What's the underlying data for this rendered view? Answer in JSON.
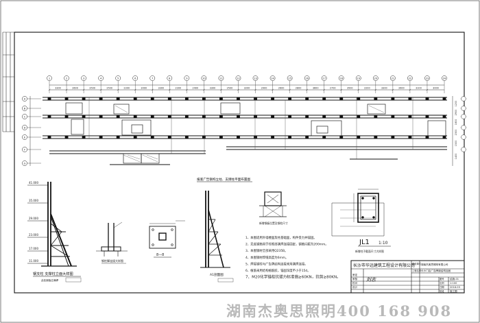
{
  "watermark": "湖南杰奥思照明400 168 908",
  "plan": {
    "axis_numbers": [
      "1",
      "2",
      "3",
      "4",
      "5",
      "6",
      "7",
      "8",
      "9",
      "10",
      "11",
      "12",
      "13",
      "14",
      "15",
      "16",
      "17",
      "18",
      "19",
      "20",
      "21",
      "22",
      "23",
      "24"
    ],
    "axis_letters_left": [
      "A",
      "B",
      "C",
      "D",
      "E",
      "F",
      "G"
    ],
    "top_dims": [
      "3300",
      "2600",
      "3500",
      "2500",
      "2300",
      "3000",
      "3300",
      "2300",
      "2400",
      "3300",
      "2500",
      "3200",
      "2900",
      "2600",
      "2800",
      "3600",
      "2700",
      "3500",
      "2200",
      "3300",
      "2600",
      "3100",
      "3000"
    ],
    "right_dims": [
      "1200",
      "2900",
      "1800",
      "2300",
      "1500",
      "1400"
    ]
  },
  "details": {
    "front_view_title": "钢支柱  支撑柱立面大样图",
    "front_view_elevations": [
      "41.000",
      "35.000",
      "29.000",
      "23.000",
      "17.000",
      "11.000"
    ],
    "front_view_note": "此处钢板应满焊",
    "plate_title": "钢柱脚连接大样图",
    "section_title": "8—8",
    "center_title": "报底广告钢构立柱、支撑柱平面布置图",
    "center_caption": "A1剖面图",
    "small_plan_caption": "新增钢板位置及钢柱尺寸",
    "jl_label": "JL1",
    "jl_scale": "1:10",
    "jl_caption": "新增柱子截面尺寸大样图"
  },
  "notes": {
    "lines": [
      "1、本图适用外墙楼面及柱基础面，构件受力并锚固。",
      "2、无底钢筋用于柱根部满焊连接固定，钢筋间距为200mm。",
      "3、本图钢材全部采用Q235B。",
      "4、本图钢材焊缝高度为6mm。",
      "5、焊接钢柱与广告牌结构连接采用满焊连接。",
      "6、植筋采用结构植筋胶，锚固深度不小于15d。",
      "7、M20化学锚栓抗拔力标准值≥60KN，抗剪≥80KN。"
    ]
  },
  "title_block": {
    "company": "长沙市华远建筑工程设计有限公司",
    "project_label": "建设单位",
    "project_value": "湖南杰奥思照明有限公司",
    "drawing_label": "工程名称",
    "drawing_value": "长沙门店广告牌钢结构加固",
    "role1": "审定",
    "role2": "审核",
    "role3": "校对",
    "role4": "设计",
    "signature": "刘志",
    "sheet_label": "图号",
    "sheet_value": "结施-01",
    "scale_label": "比例",
    "scale_value": "1:100",
    "date_label": "日期",
    "date_value": "2016.03",
    "stage_label": "阶段",
    "stage_value": "施工图"
  }
}
